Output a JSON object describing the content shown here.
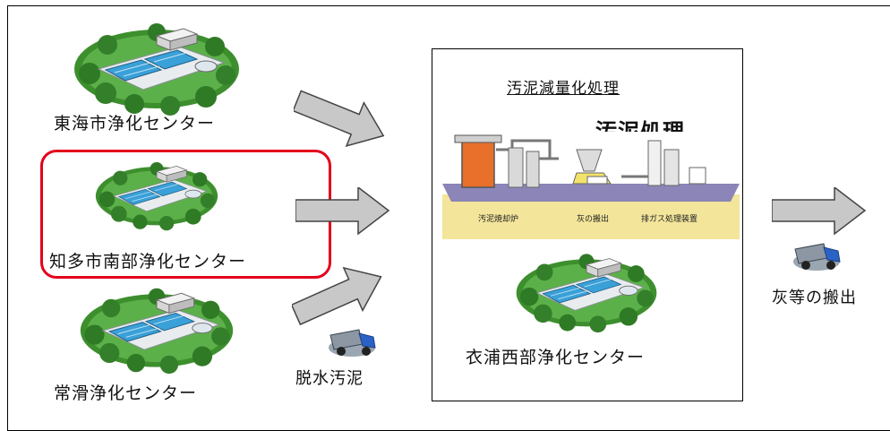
{
  "plants": {
    "tokai": {
      "label": "東海市浄化センター"
    },
    "chita": {
      "label": "知多市南部浄化センター"
    },
    "tokoname": {
      "label": "常滑浄化センター"
    },
    "kinuura": {
      "label": "衣浦西部浄化センター"
    }
  },
  "center": {
    "title": "汚泥減量化処理",
    "subtitle": "汚泥処理",
    "process_labels": [
      "汚泥焼却炉",
      "灰の搬出",
      "排ガス処理装置"
    ]
  },
  "transport": {
    "dewatered_sludge": "脱水汚泥",
    "ash_removal": "灰等の搬出"
  },
  "colors": {
    "highlight": "#e3001b",
    "arrow_fill": "#c8c8c8",
    "water": "#3aa0d8",
    "greenery": "#3d8f2e",
    "incinerator": "#e8702a",
    "ground": "#f3e59a",
    "floor": "#8b85b8"
  },
  "icons": [
    "plant-illustration-icon",
    "arrow-right-icon",
    "dump-truck-icon"
  ]
}
